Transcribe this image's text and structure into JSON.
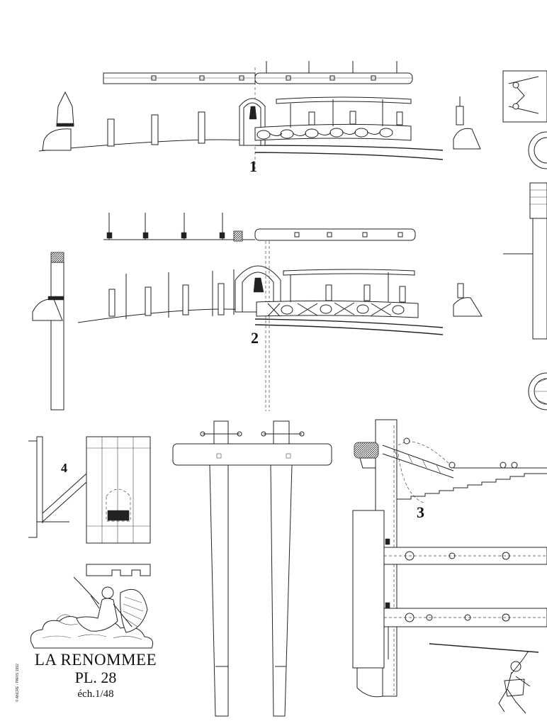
{
  "plate": {
    "title": "LA RENOMMEE",
    "plate_number": "PL. 28",
    "scale": "éch.1/48",
    "copyright": "© ANCRE - PARIS 1992"
  },
  "figures": [
    {
      "label": "1"
    },
    {
      "label": "2"
    },
    {
      "label": "3"
    },
    {
      "label": "4"
    }
  ],
  "ornament": {
    "name": "fame-figure-emblem"
  }
}
